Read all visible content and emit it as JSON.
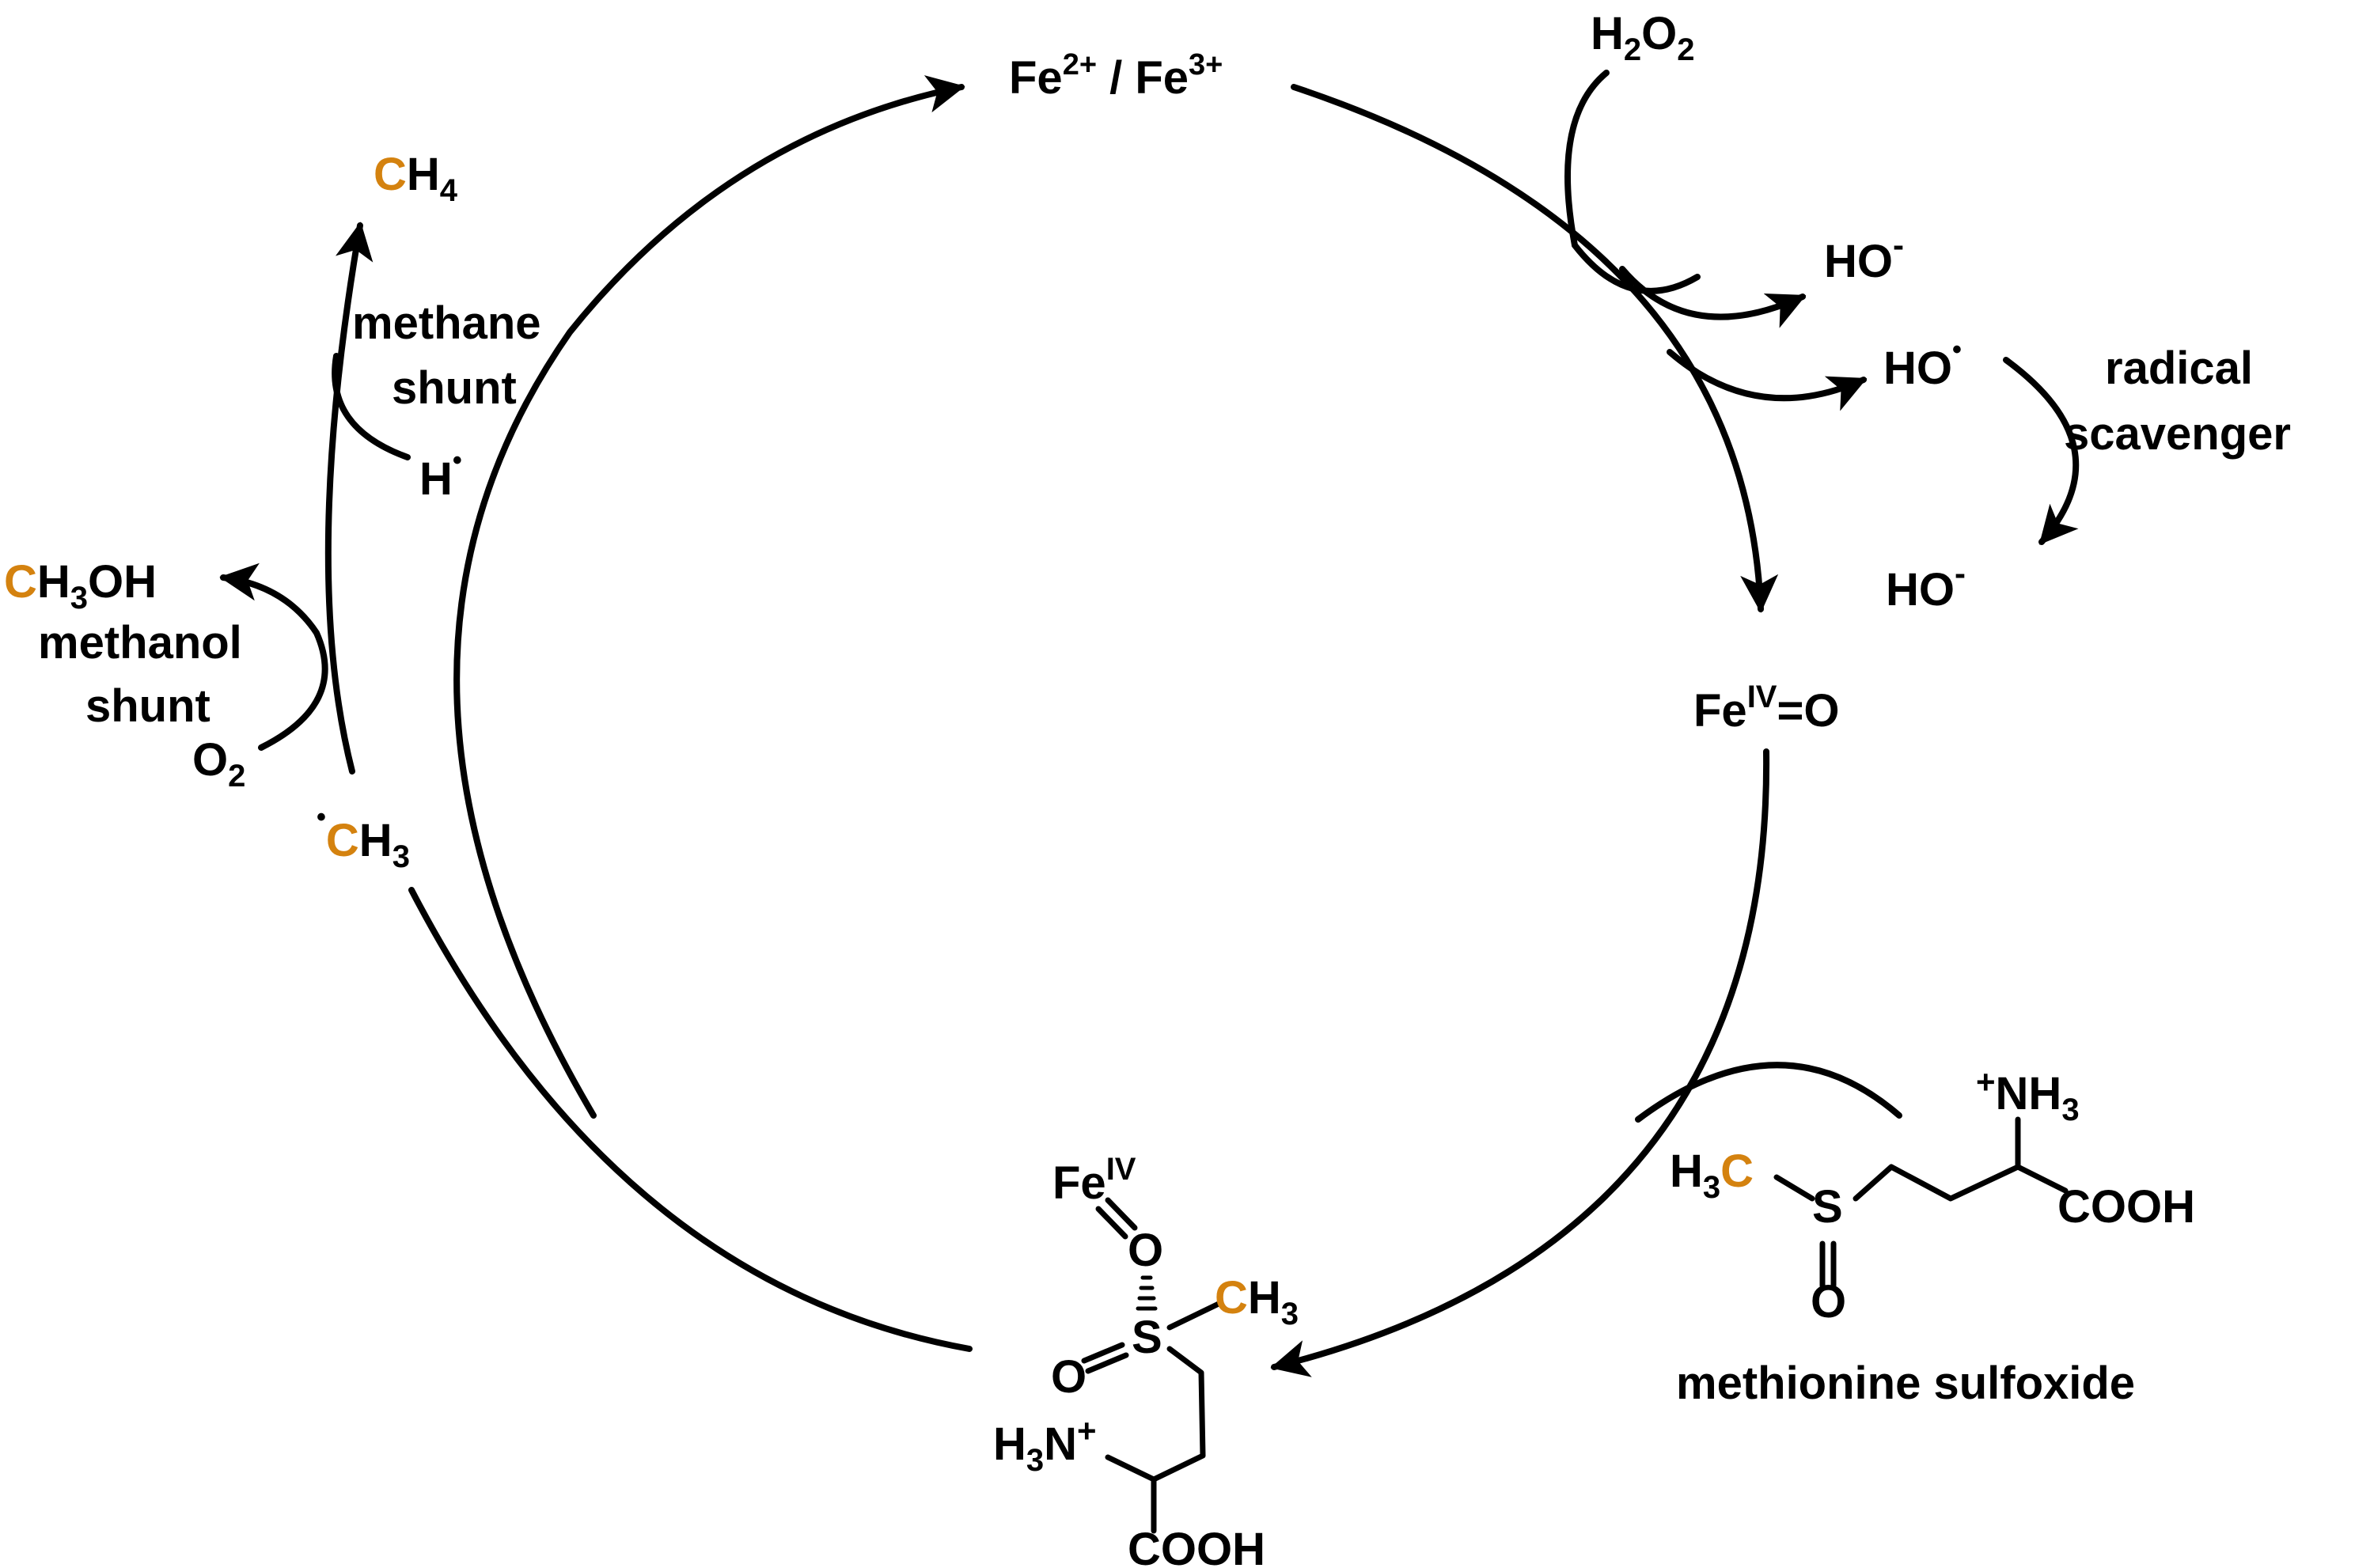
{
  "colors": {
    "ink": "#000000",
    "highlight_carbon": "#d4820f",
    "background": "#ffffff"
  },
  "species": {
    "fe_resting": {
      "fe1": "Fe",
      "sup1": "2+",
      "sep": " / ",
      "fe2": "Fe",
      "sup2": "3+"
    },
    "h2o2": {
      "h1": "H",
      "sub1": "2",
      "o": "O",
      "sub2": "2"
    },
    "hydroxide_1": {
      "base": "HO",
      "sup": "-"
    },
    "hydroxyl_radical": {
      "base": "HO",
      "sup": "•"
    },
    "hydroxide_2": {
      "base": "HO",
      "sup": "-"
    },
    "radical_scavenger": {
      "line1": "radical",
      "line2": "scavenger"
    },
    "ferryl": {
      "fe": "Fe",
      "sup": "IV",
      "rest": "=O"
    },
    "methane": {
      "c": "C",
      "h": "H",
      "sub": "4"
    },
    "methane_shunt": {
      "line1": "methane",
      "line2": "shunt"
    },
    "h_radical": {
      "base": "H",
      "sup": "•"
    },
    "methanol": {
      "c": "C",
      "h": "H",
      "sub": "3",
      "rest": "OH"
    },
    "methanol_shunt": {
      "line1": "methanol",
      "line2": "shunt"
    },
    "oxygen": {
      "o": "O",
      "sub": "2"
    },
    "methyl_radical": {
      "dot": "•",
      "c": "C",
      "h": "H",
      "sub": "3"
    }
  },
  "methionine_sulfoxide": {
    "label": "methionine sulfoxide",
    "h3c": {
      "h": "H",
      "sub": "3",
      "c": "C"
    },
    "s": "S",
    "o": "O",
    "nh3": {
      "plus": "+",
      "nh": "NH",
      "sub": "3"
    },
    "cooh": "COOH"
  },
  "intermediate": {
    "fe": "Fe",
    "fe_sup": "IV",
    "o_ligand": "O",
    "s": "S",
    "o_sulfoxide": "O",
    "ch3": {
      "c": "C",
      "h": "H",
      "sub": "3"
    },
    "h3n": {
      "h": "H",
      "sub": "3",
      "n": "N",
      "plus": "+"
    },
    "cooh": "COOH"
  }
}
